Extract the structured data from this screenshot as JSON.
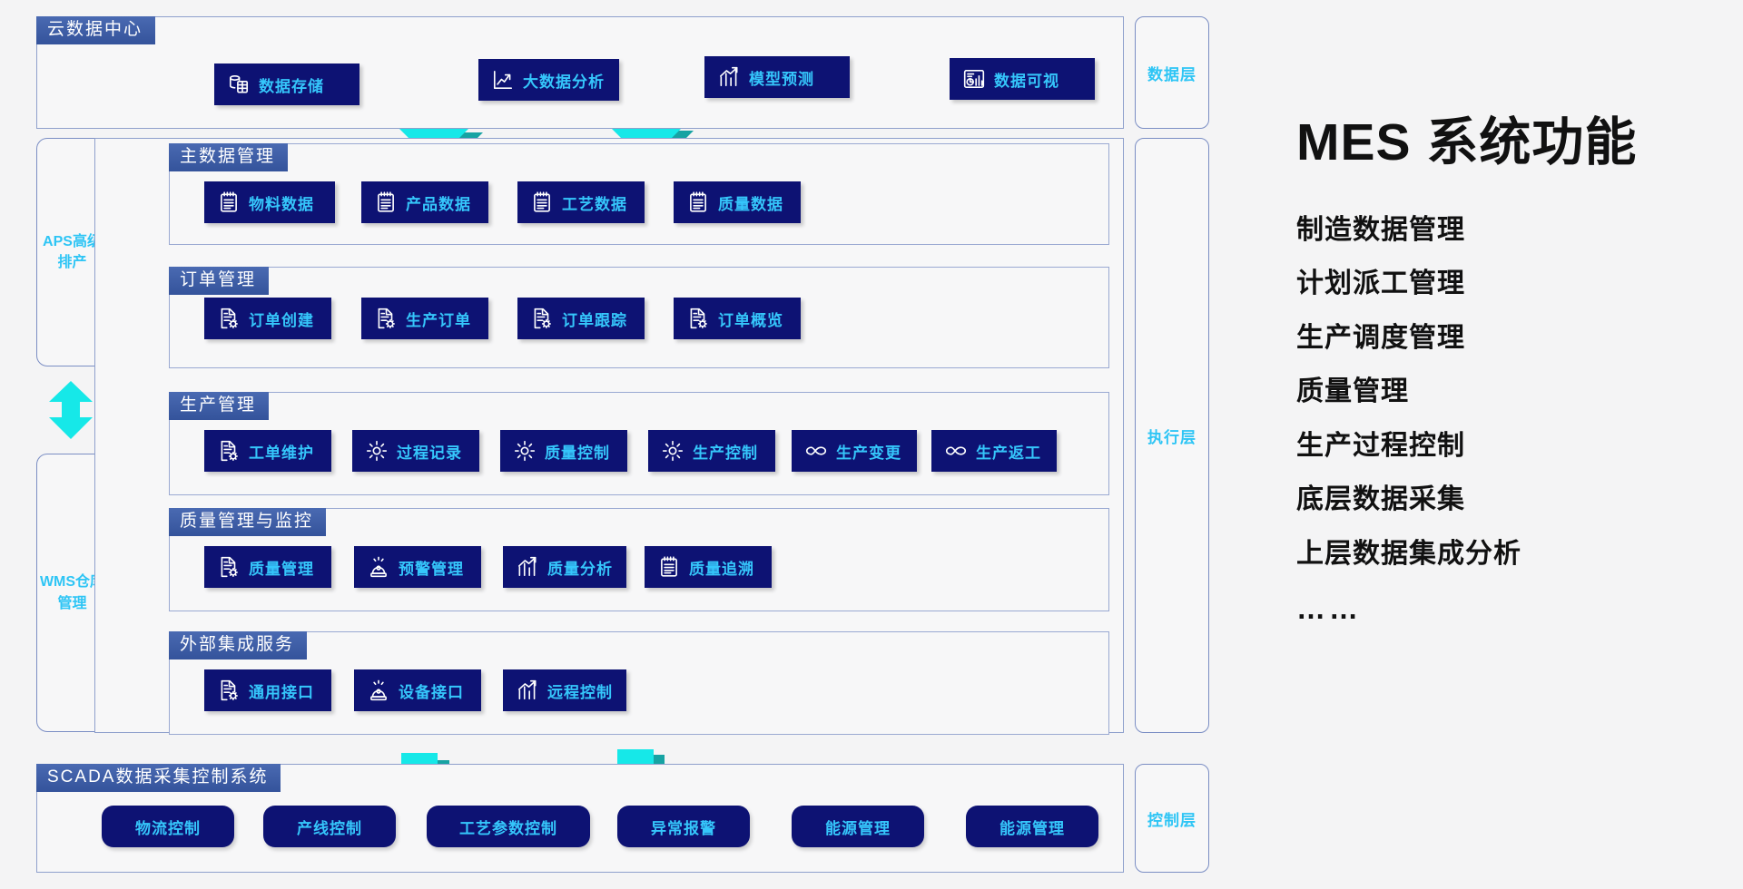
{
  "diagram": {
    "cloud": {
      "title": "云数据中心",
      "tiles": [
        {
          "label": "数据存储",
          "icon": "database-icon"
        },
        {
          "label": "大数据分析",
          "icon": "chart-line-up-icon"
        },
        {
          "label": "模型预测",
          "icon": "bar-trend-icon"
        },
        {
          "label": "数据可视",
          "icon": "dashboard-report-icon"
        }
      ]
    },
    "groups": [
      {
        "title": "主数据管理",
        "tiles": [
          {
            "label": "物料数据",
            "icon": "clipboard-list-icon"
          },
          {
            "label": "产品数据",
            "icon": "clipboard-list-icon"
          },
          {
            "label": "工艺数据",
            "icon": "clipboard-list-icon"
          },
          {
            "label": "质量数据",
            "icon": "clipboard-list-icon"
          }
        ]
      },
      {
        "title": "订单管理",
        "tiles": [
          {
            "label": "订单创建",
            "icon": "document-gear-icon"
          },
          {
            "label": "生产订单",
            "icon": "document-gear-icon"
          },
          {
            "label": "订单跟踪",
            "icon": "document-gear-icon"
          },
          {
            "label": "订单概览",
            "icon": "document-gear-icon"
          }
        ]
      },
      {
        "title": "生产管理",
        "tiles": [
          {
            "label": "工单维护",
            "icon": "document-gear-icon"
          },
          {
            "label": "过程记录",
            "icon": "gear-icon"
          },
          {
            "label": "质量控制",
            "icon": "gear-icon"
          },
          {
            "label": "生产控制",
            "icon": "gear-icon"
          },
          {
            "label": "生产变更",
            "icon": "infinity-icon"
          },
          {
            "label": "生产返工",
            "icon": "infinity-icon"
          }
        ]
      },
      {
        "title": "质量管理与监控",
        "tiles": [
          {
            "label": "质量管理",
            "icon": "document-gear-icon"
          },
          {
            "label": "预警管理",
            "icon": "alarm-light-icon"
          },
          {
            "label": "质量分析",
            "icon": "bar-trend-icon"
          },
          {
            "label": "质量追溯",
            "icon": "clipboard-list-icon"
          }
        ]
      },
      {
        "title": "外部集成服务",
        "tiles": [
          {
            "label": "通用接口",
            "icon": "document-gear-icon"
          },
          {
            "label": "设备接口",
            "icon": "alarm-light-icon"
          },
          {
            "label": "远程控制",
            "icon": "bar-trend-icon"
          }
        ]
      }
    ],
    "scada": {
      "title": "SCADA数据采集控制系统",
      "tiles": [
        {
          "label": "物流控制"
        },
        {
          "label": "产线控制"
        },
        {
          "label": "工艺参数控制"
        },
        {
          "label": "异常报警"
        },
        {
          "label": "能源管理"
        },
        {
          "label": "能源管理"
        }
      ]
    },
    "left_systems": [
      {
        "label": "APS高级排产"
      },
      {
        "label": "WMS仓库管理"
      }
    ],
    "layers": [
      {
        "label": "数据层"
      },
      {
        "label": "执行层"
      },
      {
        "label": "控制层"
      }
    ]
  },
  "right_panel": {
    "title": "MES 系统功能",
    "features": [
      "制造数据管理",
      "计划派工管理",
      "生产调度管理",
      "质量管理",
      "生产过程控制",
      "底层数据采集",
      "上层数据集成分析",
      "……"
    ]
  },
  "colors": {
    "tile_bg": "#0d1273",
    "tile_text": "#35c6fb",
    "header_bg": "#3b5ba5",
    "arrow": "#16e8e8",
    "arrow_shadow": "#17a3a3",
    "panel_border": "#8fa0cc",
    "page_bg": "#f4f4f5"
  }
}
